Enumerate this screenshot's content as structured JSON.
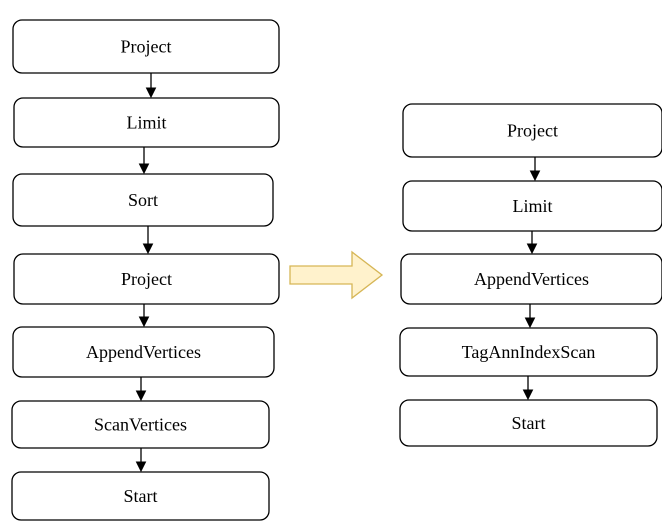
{
  "before_plan": {
    "nodes": [
      {
        "id": "project",
        "label": "Project"
      },
      {
        "id": "limit",
        "label": "Limit"
      },
      {
        "id": "sort",
        "label": "Sort"
      },
      {
        "id": "project2",
        "label": "Project"
      },
      {
        "id": "append-vertices",
        "label": "AppendVertices"
      },
      {
        "id": "scan-vertices",
        "label": "ScanVertices"
      },
      {
        "id": "start",
        "label": "Start"
      }
    ]
  },
  "after_plan": {
    "nodes": [
      {
        "id": "project",
        "label": "Project"
      },
      {
        "id": "limit",
        "label": "Limit"
      },
      {
        "id": "append-vertices",
        "label": "AppendVertices"
      },
      {
        "id": "tag-ann-index-scan",
        "label": "TagAnnIndexScan"
      },
      {
        "id": "start",
        "label": "Start"
      }
    ]
  },
  "colors": {
    "node_border": "#000000",
    "node_fill": "#ffffff",
    "transform_arrow_fill": "#fff2cc",
    "transform_arrow_border": "#d6b656"
  }
}
